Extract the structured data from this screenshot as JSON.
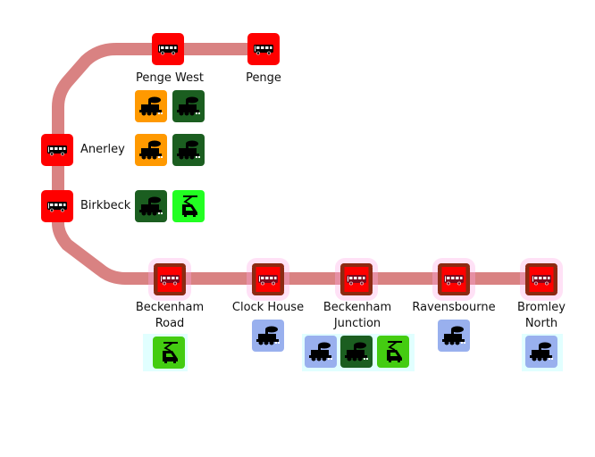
{
  "colors": {
    "line": "#d98282",
    "bus_stop": "#ff0000",
    "bus_stop_selected_edge": "#8b2a12",
    "rail_orange": "#ff9900",
    "rail_dark_green": "#1b5e20",
    "rail_blue": "#99b0ee",
    "tram_green": "#22ff22",
    "tram_green_selected": "#44cc11"
  },
  "icons": {
    "bus": "bus-icon",
    "steam_train": "steam-train-icon",
    "tram": "tram-icon"
  },
  "stations": [
    {
      "name": "Penge West",
      "modes": [
        "rail_orange",
        "rail_dark_green"
      ]
    },
    {
      "name": "Penge",
      "modes": []
    },
    {
      "name": "Anerley",
      "modes": [
        "rail_orange",
        "rail_dark_green"
      ]
    },
    {
      "name": "Birkbeck",
      "modes": [
        "rail_dark_green",
        "tram_green"
      ]
    },
    {
      "name_line1": "Beckenham",
      "name_line2": "Road",
      "modes": [
        "tram_green_selected"
      ]
    },
    {
      "name": "Clock House",
      "modes": [
        "rail_blue"
      ]
    },
    {
      "name_line1": "Beckenham",
      "name_line2": "Junction",
      "modes": [
        "rail_blue",
        "rail_dark_green",
        "tram_green_selected"
      ]
    },
    {
      "name": "Ravensbourne",
      "modes": [
        "rail_blue"
      ]
    },
    {
      "name_line1": "Bromley",
      "name_line2": "North",
      "modes": [
        "rail_blue"
      ]
    }
  ]
}
